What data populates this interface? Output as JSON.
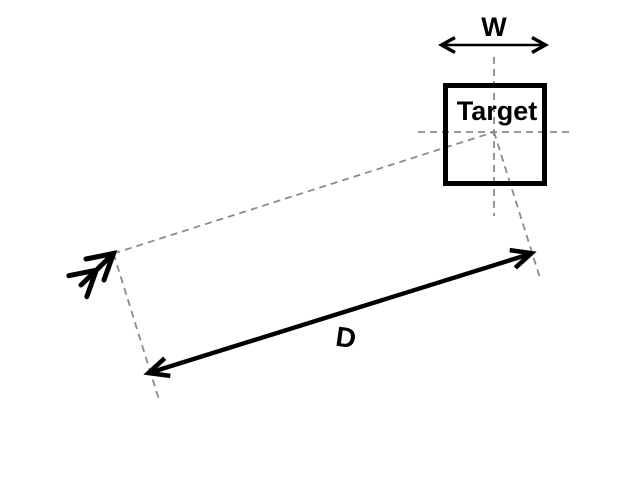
{
  "diagram": {
    "labels": {
      "width": "W",
      "target": "Target",
      "distance": "D"
    },
    "colors": {
      "ink": "#000000",
      "guide": "#8b8b8b",
      "background": "#ffffff"
    }
  }
}
